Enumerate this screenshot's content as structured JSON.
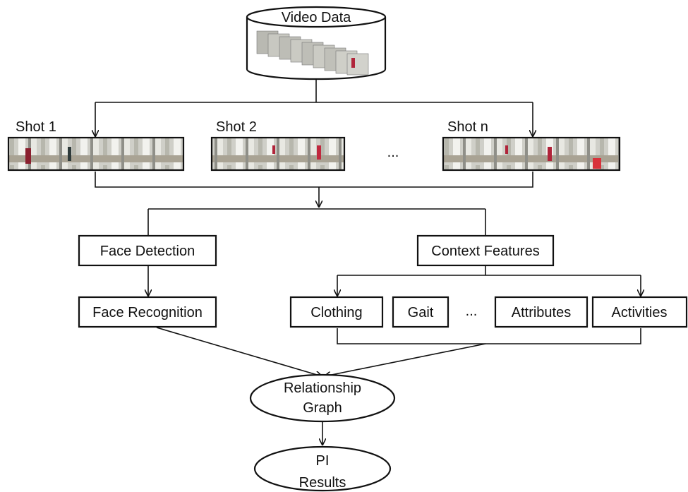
{
  "source": {
    "label": "Video Data"
  },
  "shots": [
    {
      "label": "Shot 1"
    },
    {
      "label": "Shot 2"
    },
    {
      "label": "Shot  n"
    }
  ],
  "shots_ellipsis": "...",
  "face_detection": "Face Detection",
  "face_recognition": "Face Recognition",
  "context_features": "Context Features",
  "features": [
    "Clothing",
    "Gait",
    "Attributes",
    "Activities"
  ],
  "features_ellipsis": "...",
  "relationship_graph": [
    "Relationship",
    "Graph"
  ],
  "pi_results": [
    "PI",
    "Results"
  ]
}
